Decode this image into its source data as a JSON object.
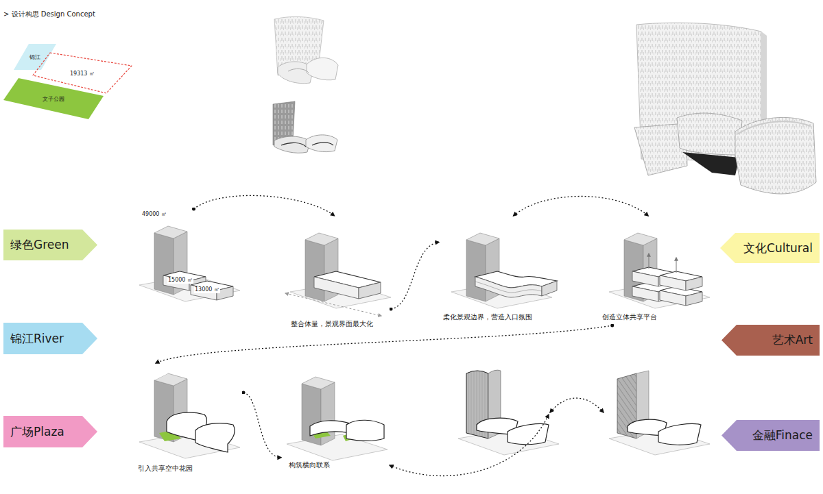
{
  "diagram": {
    "title": "> 设计构思 Design Concept",
    "nodes": [
      {
        "text": [
          "锦江"
        ]
      },
      {
        "text": [
          "19313 ㎡"
        ]
      },
      {
        "text": [
          "文子公园"
        ]
      },
      {
        "text": [
          "绿色Green"
        ]
      },
      {
        "text": [
          "49000 ㎡",
          "15000 ㎡",
          "13000 ㎡"
        ]
      },
      {
        "text": [
          "整合体量，景观界面最大化"
        ]
      },
      {
        "text": [
          "柔化景观边界，营造入口氛围"
        ]
      },
      {
        "text": [
          "创造立体共享平台"
        ]
      },
      {
        "text": [
          "文化Cultural"
        ]
      },
      {
        "text": [
          "锦江River"
        ]
      },
      {
        "text": [
          "艺术Art"
        ]
      },
      {
        "text": [
          "广场Plaza"
        ]
      },
      {
        "text": [
          "引入共享空中花园"
        ]
      },
      {
        "text": [
          "构筑横向联系"
        ]
      },
      {
        "text": [
          "金融Finace"
        ]
      }
    ],
    "edges": [
      {
        "from": 4,
        "to": 5,
        "arrow": "to"
      },
      {
        "from": 5,
        "to": 6,
        "arrow": "to"
      },
      {
        "from": 6,
        "to": 7,
        "arrow": "both"
      },
      {
        "from": 7,
        "to": 12,
        "arrow": "to"
      },
      {
        "from": 12,
        "to": 13,
        "arrow": "to"
      }
    ]
  }
}
